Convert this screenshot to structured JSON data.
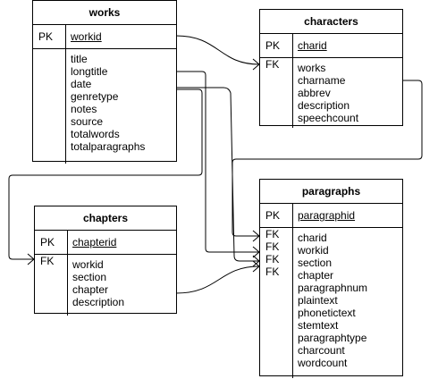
{
  "works": {
    "title": "works",
    "pk_label": "PK",
    "pk_field": "workid",
    "fields": [
      "title",
      "longtitle",
      "date",
      "genretype",
      "notes",
      "source",
      "totalwords",
      "totalparagraphs"
    ]
  },
  "characters": {
    "title": "characters",
    "pk_label": "PK",
    "pk_field": "charid",
    "fk_label": "FK",
    "fields": [
      "works",
      "charname",
      "abbrev",
      "description",
      "speechcount"
    ]
  },
  "chapters": {
    "title": "chapters",
    "pk_label": "PK",
    "pk_field": "chapterid",
    "fk_label": "FK",
    "fields": [
      "workid",
      "section",
      "chapter",
      "description"
    ]
  },
  "paragraphs": {
    "title": "paragraphs",
    "pk_label": "PK",
    "pk_field": "paragraphid",
    "fk_labels": [
      "FK",
      "FK",
      "FK",
      "FK"
    ],
    "fields": [
      "charid",
      "workid",
      "section",
      "chapter",
      "paragraphnum",
      "plaintext",
      "phonetictext",
      "stemtext",
      "paragraphtype",
      "charcount",
      "wordcount"
    ]
  }
}
